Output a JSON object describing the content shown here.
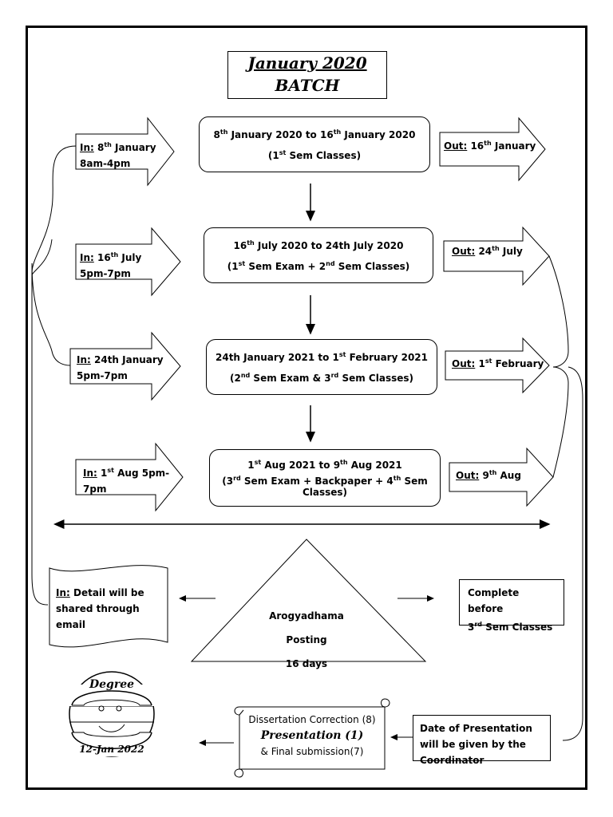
{
  "title": {
    "line1": "January 2020",
    "line2": "BATCH"
  },
  "rows": [
    {
      "in_label": "In:",
      "in_text_pre": " 8",
      "in_sup": "th",
      "in_text_post": " January",
      "in_line2": "8am-4pm",
      "range_pre": "8",
      "range_sup1": "th",
      "range_mid": " January 2020 to 16",
      "range_sup2": "th",
      "range_post": " January 2020",
      "detail_pre": "(1",
      "detail_sup1": "st",
      "detail_mid": " Sem Classes)",
      "detail_sup2": "",
      "detail_post": "",
      "out_label": "Out:",
      "out_pre": " 16",
      "out_sup": "th",
      "out_post": " January"
    },
    {
      "in_label": "In:",
      "in_text_pre": " 16",
      "in_sup": "th",
      "in_text_post": " July",
      "in_line2": "5pm-7pm",
      "range_pre": "16",
      "range_sup1": "th",
      "range_mid": " July 2020 to 24th July 2020",
      "range_sup2": "",
      "range_post": "",
      "detail_pre": "(1",
      "detail_sup1": "st",
      "detail_mid": " Sem Exam + 2",
      "detail_sup2": "nd",
      "detail_post": " Sem Classes)",
      "out_label": "Out:",
      "out_pre": " 24",
      "out_sup": "th",
      "out_post": " July"
    },
    {
      "in_label": "In:",
      "in_text_pre": " 24th January",
      "in_sup": "",
      "in_text_post": "",
      "in_line2": "5pm-7pm",
      "range_pre": "24th January 2021 to 1",
      "range_sup1": "st",
      "range_mid": " February 2021",
      "range_sup2": "",
      "range_post": "",
      "detail_pre": "(2",
      "detail_sup1": "nd",
      "detail_mid": " Sem Exam & 3",
      "detail_sup2": "rd",
      "detail_post": " Sem Classes)",
      "out_label": "Out:",
      "out_pre": " 1",
      "out_sup": "st",
      "out_post": " February"
    },
    {
      "in_label": "In:",
      "in_text_pre": " 1",
      "in_sup": "st",
      "in_text_post": " Aug 5pm-",
      "in_line2": "7pm",
      "range_pre": "1",
      "range_sup1": "st",
      "range_mid": " Aug 2021 to 9",
      "range_sup2": "th",
      "range_post": " Aug 2021",
      "detail_pre": "(3",
      "detail_sup1": "rd",
      "detail_mid": " Sem Exam + Backpaper + 4",
      "detail_sup2": "th",
      "detail_post": " Sem Classes)",
      "out_label": "Out:",
      "out_pre": " 9",
      "out_sup": "th",
      "out_post": " Aug"
    }
  ],
  "posting": {
    "title": "Arogyadhama Posting",
    "duration": "16 days",
    "in_label": "In:",
    "in_text": "  Detail will be shared through email",
    "complete_pre": "Complete before",
    "complete_num": "3",
    "complete_sup": "rd",
    "complete_post": " Sem Classes"
  },
  "dissertation": {
    "line1": "Dissertation Correction (8)",
    "line2": "Presentation (1)",
    "line3": "& Final submission(7)"
  },
  "coordinator_note": "Date of Presentation will be given by the Coordinator",
  "degree": {
    "label": "Degree",
    "date": "12-Jan 2022"
  }
}
